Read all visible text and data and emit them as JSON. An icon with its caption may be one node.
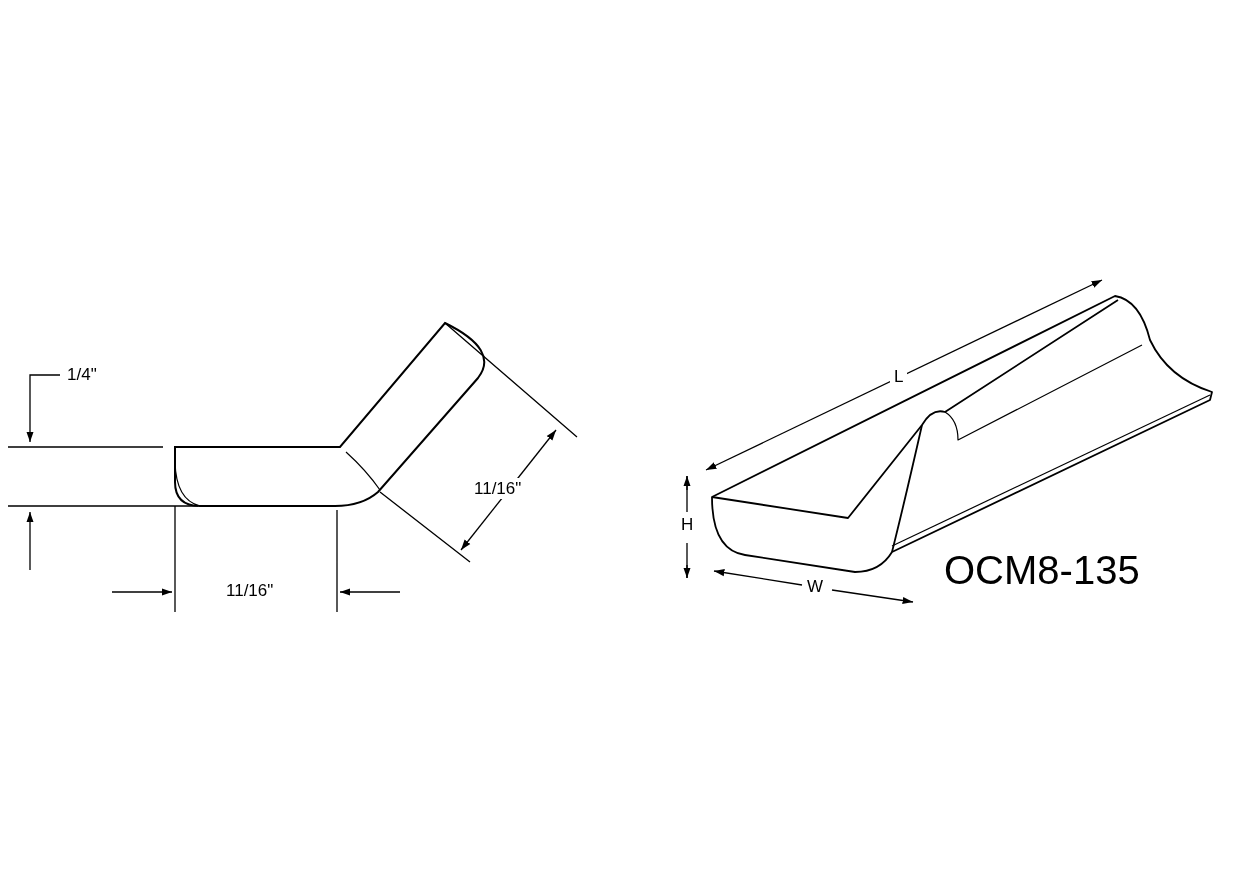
{
  "diagram": {
    "labels": [
      "1/4\"",
      "11/16\"",
      "11/16\"",
      "L",
      "H",
      "W",
      "OCM8-135"
    ]
  }
}
